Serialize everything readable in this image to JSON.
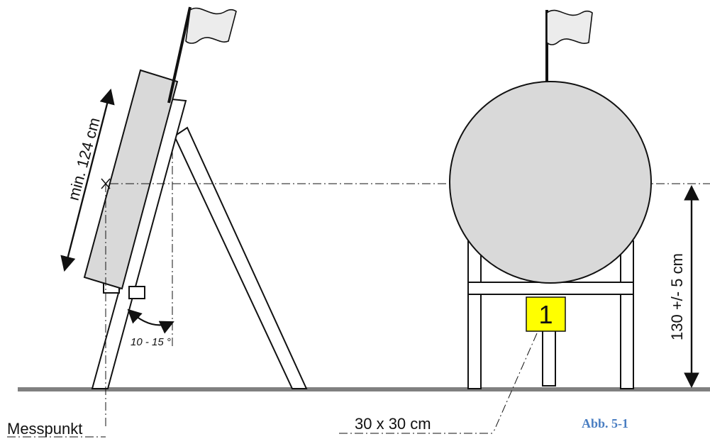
{
  "labels": {
    "length_min": "min. 124 cm",
    "tilt_angle": "10 - 15 °",
    "height": "130 +/- 5 cm",
    "target_number": "1",
    "number_plate_size": "30 x 30 cm",
    "measuring_point": "Messpunkt",
    "figure_caption": "Abb. 5-1"
  },
  "colors": {
    "target_fill": "#d9d9d9",
    "number_plate": "#ffff00",
    "ground": "#808080",
    "caption": "#4a7ec2"
  }
}
